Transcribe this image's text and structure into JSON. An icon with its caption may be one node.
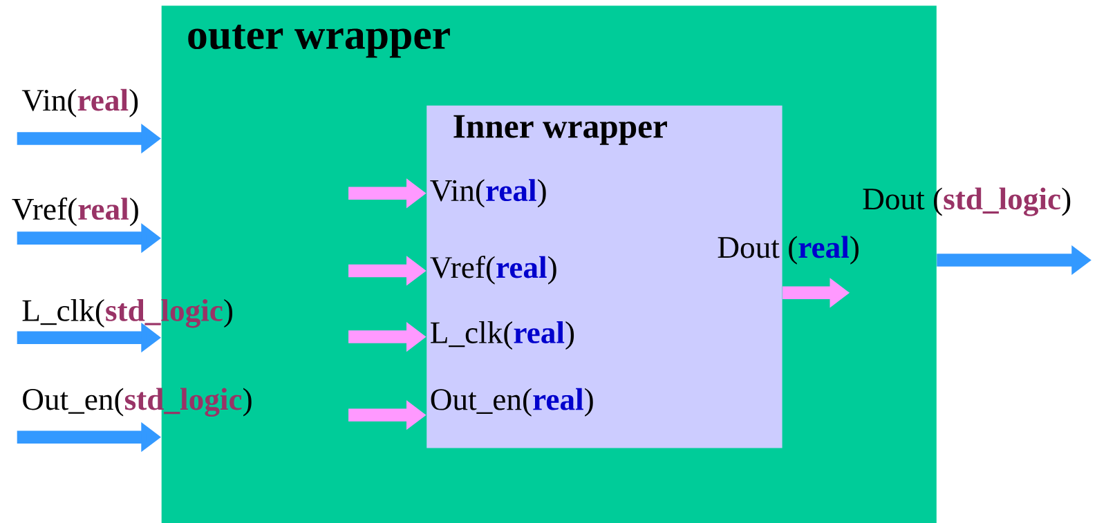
{
  "diagram": {
    "nodes": [
      {
        "text": [
          "outer wrapper"
        ]
      },
      {
        "text": [
          "Inner wrapper"
        ],
        "in": 0
      }
    ],
    "edges": [
      {
        "from": null,
        "to": 0,
        "arrow": "to",
        "color": "#3399ff"
      },
      {
        "from": null,
        "to": 0,
        "arrow": "to",
        "color": "#3399ff"
      },
      {
        "from": null,
        "to": 0,
        "arrow": "to",
        "color": "#3399ff"
      },
      {
        "from": null,
        "to": 0,
        "arrow": "to",
        "color": "#3399ff"
      },
      {
        "from": null,
        "to": 1,
        "arrow": "to",
        "color": "#ff99ff"
      },
      {
        "from": null,
        "to": 1,
        "arrow": "to",
        "color": "#ff99ff"
      },
      {
        "from": null,
        "to": 1,
        "arrow": "to",
        "color": "#ff99ff"
      },
      {
        "from": null,
        "to": 1,
        "arrow": "to",
        "color": "#ff99ff"
      },
      {
        "from": 1,
        "to": null,
        "arrow": "to",
        "color": "#ff99ff"
      },
      {
        "from": 0,
        "to": null,
        "arrow": "to",
        "color": "#3399ff"
      }
    ],
    "labels": [
      "Vin(**real**)",
      "Vref(**real**)",
      "L_clk(**std_logic**)",
      "Out_en(**std_logic**)",
      "Vin(**real**)",
      "Vref(**real**)",
      "L_clk(**real**)",
      "Out_en(**real**)",
      "Dout (**real**)",
      "Dout (**std_logic**)"
    ]
  }
}
